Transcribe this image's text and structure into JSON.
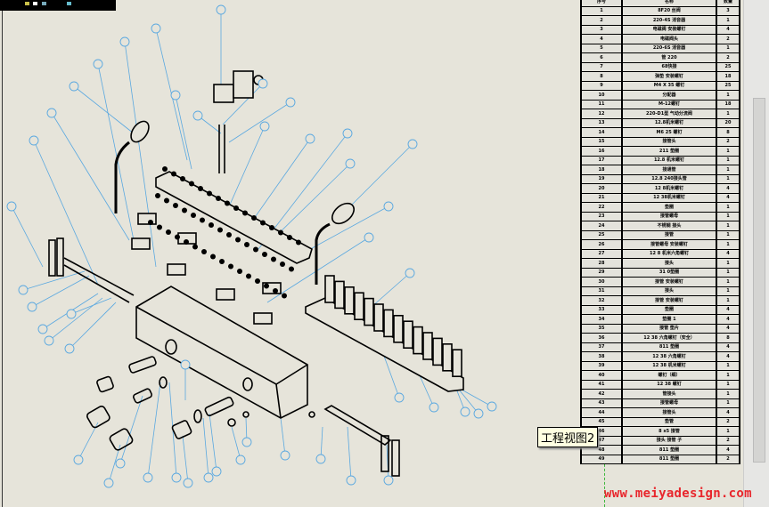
{
  "bom": {
    "headers": [
      "序号",
      "名称",
      "数量"
    ],
    "rows": [
      [
        "1",
        "8F20 丝阀",
        "3"
      ],
      [
        "2",
        "220-4S 消音器",
        "1"
      ],
      [
        "3",
        "电磁阀 安装螺钉",
        "4"
      ],
      [
        "4",
        "电磁阀头",
        "2"
      ],
      [
        "5",
        "220-6S 消音器",
        "1"
      ],
      [
        "6",
        "管 220",
        "2"
      ],
      [
        "7",
        "68快接",
        "25"
      ],
      [
        "8",
        "弹垫 安装螺钉",
        "18"
      ],
      [
        "9",
        "M4 X 35 螺钉",
        "25"
      ],
      [
        "10",
        "分配器",
        "1"
      ],
      [
        "11",
        "M-12螺钉",
        "18"
      ],
      [
        "12",
        "220-D1型 气动分流阀",
        "1"
      ],
      [
        "13",
        "12.8机米螺钉",
        "20"
      ],
      [
        "14",
        "M6 25 螺钉",
        "8"
      ],
      [
        "15",
        "接管头",
        "2"
      ],
      [
        "16",
        "211 垫圈",
        "1"
      ],
      [
        "17",
        "12.8 机米螺钉",
        "1"
      ],
      [
        "18",
        "接通管",
        "1"
      ],
      [
        "19",
        "12.8 240接头管",
        "1"
      ],
      [
        "20",
        "12 8机米螺钉",
        "4"
      ],
      [
        "21",
        "12 38机米螺钉",
        "4"
      ],
      [
        "22",
        "垫圈",
        "1"
      ],
      [
        "23",
        "接管螺母",
        "1"
      ],
      [
        "24",
        "不锈钢 接头",
        "1"
      ],
      [
        "25",
        "接管",
        "1"
      ],
      [
        "26",
        "接管螺母 安装螺钉",
        "1"
      ],
      [
        "27",
        "12 8 机米六角螺钉",
        "4"
      ],
      [
        "28",
        "接头",
        "1"
      ],
      [
        "29",
        "31 0垫圈",
        "1"
      ],
      [
        "30",
        "接管 安装螺钉",
        "1"
      ],
      [
        "31",
        "接头",
        "1"
      ],
      [
        "32",
        "接管 安装螺钉",
        "1"
      ],
      [
        "33",
        "垫圈",
        "4"
      ],
      [
        "34",
        "垫圈 1",
        "4"
      ],
      [
        "35",
        "接管 垫片",
        "4"
      ],
      [
        "36",
        "12 38 六角螺钉（安全）",
        "8"
      ],
      [
        "37",
        "811 垫圈",
        "4"
      ],
      [
        "38",
        "12 38 六角螺钉",
        "4"
      ],
      [
        "39",
        "12 38 机米螺钉",
        "1"
      ],
      [
        "40",
        "螺钉（细）",
        "1"
      ],
      [
        "41",
        "12 38 螺钉",
        "1"
      ],
      [
        "42",
        "管接头",
        "1"
      ],
      [
        "43",
        "接管螺母",
        "1"
      ],
      [
        "44",
        "接管头",
        "4"
      ],
      [
        "45",
        "垫管",
        "2"
      ],
      [
        "46",
        "8 x5 接管",
        "1"
      ],
      [
        "47",
        "接头 接管 子",
        "2"
      ],
      [
        "48",
        "811 垫圈",
        "4"
      ],
      [
        "49",
        "811 垫圈",
        "2"
      ]
    ]
  },
  "tooltip": "工程视图2",
  "watermark": "www.meiyadesign.com"
}
